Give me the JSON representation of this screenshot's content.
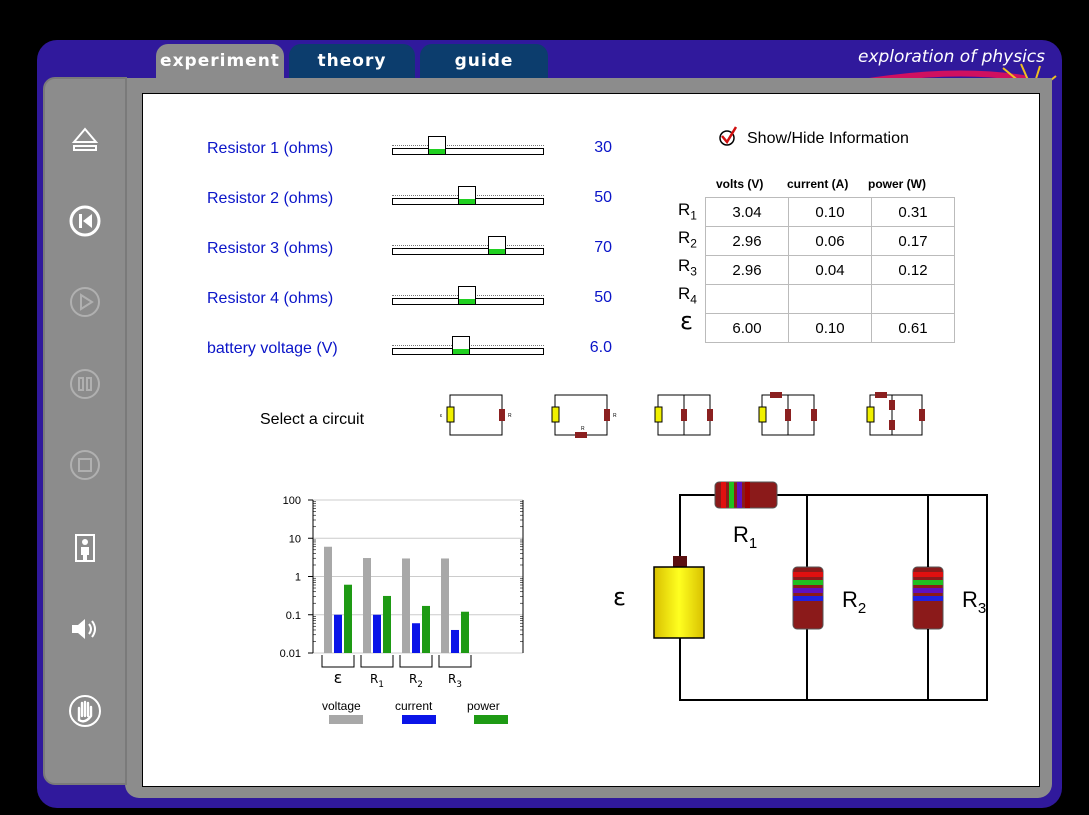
{
  "tabs": [
    {
      "label": "experiment",
      "active": true
    },
    {
      "label": "theory",
      "active": false
    },
    {
      "label": "guide",
      "active": false
    }
  ],
  "brand": "exploration of physics",
  "sidebar": [
    "eject-icon",
    "restart-icon",
    "play-icon",
    "pause-icon",
    "stop-icon",
    "figure-icon",
    "sound-icon",
    "hand-icon"
  ],
  "controls": [
    {
      "label": "Resistor 1 (ohms)",
      "value": "30",
      "fraction": 0.29
    },
    {
      "label": "Resistor 2 (ohms)",
      "value": "50",
      "fraction": 0.49
    },
    {
      "label": "Resistor 3 (ohms)",
      "value": "70",
      "fraction": 0.69
    },
    {
      "label": "Resistor 4 (ohms)",
      "value": "50",
      "fraction": 0.49
    },
    {
      "label": "battery voltage (V)",
      "value": "6.0",
      "fraction": 0.45
    }
  ],
  "info": {
    "toggle_label": "Show/Hide Information",
    "checked": true,
    "columns": [
      "volts (V)",
      "current (A)",
      "power (W)"
    ],
    "rows": [
      {
        "name": "R",
        "sub": "1",
        "cells": [
          "3.04",
          "0.10",
          "0.31"
        ]
      },
      {
        "name": "R",
        "sub": "2",
        "cells": [
          "2.96",
          "0.06",
          "0.17"
        ]
      },
      {
        "name": "R",
        "sub": "3",
        "cells": [
          "2.96",
          "0.04",
          "0.12"
        ]
      },
      {
        "name": "R",
        "sub": "4",
        "cells": [
          "",
          "",
          ""
        ]
      },
      {
        "name": "ε",
        "sub": "",
        "cells": [
          "6.00",
          "0.10",
          "0.61"
        ]
      }
    ]
  },
  "circuit_select": {
    "label": "Select a circuit"
  },
  "chart_data": {
    "type": "bar",
    "yscale": "log",
    "ylim": [
      0.01,
      100
    ],
    "yticks": [
      "100",
      "10",
      "1",
      "0.1",
      "0.01"
    ],
    "categories": [
      {
        "name": "ε",
        "sub": ""
      },
      {
        "name": "R",
        "sub": "1"
      },
      {
        "name": "R",
        "sub": "2"
      },
      {
        "name": "R",
        "sub": "3"
      }
    ],
    "series": [
      {
        "name": "voltage",
        "color": "#a8a8a8",
        "values": [
          6.0,
          3.04,
          2.96,
          2.96
        ]
      },
      {
        "name": "current",
        "color": "#0a14e8",
        "values": [
          0.1,
          0.1,
          0.06,
          0.04
        ]
      },
      {
        "name": "power",
        "color": "#1e9a14",
        "values": [
          0.61,
          0.31,
          0.17,
          0.12
        ]
      }
    ]
  },
  "circuit": {
    "battery_label": "ε",
    "resistors": [
      {
        "name": "R",
        "sub": "1"
      },
      {
        "name": "R",
        "sub": "2"
      },
      {
        "name": "R",
        "sub": "3"
      }
    ]
  }
}
